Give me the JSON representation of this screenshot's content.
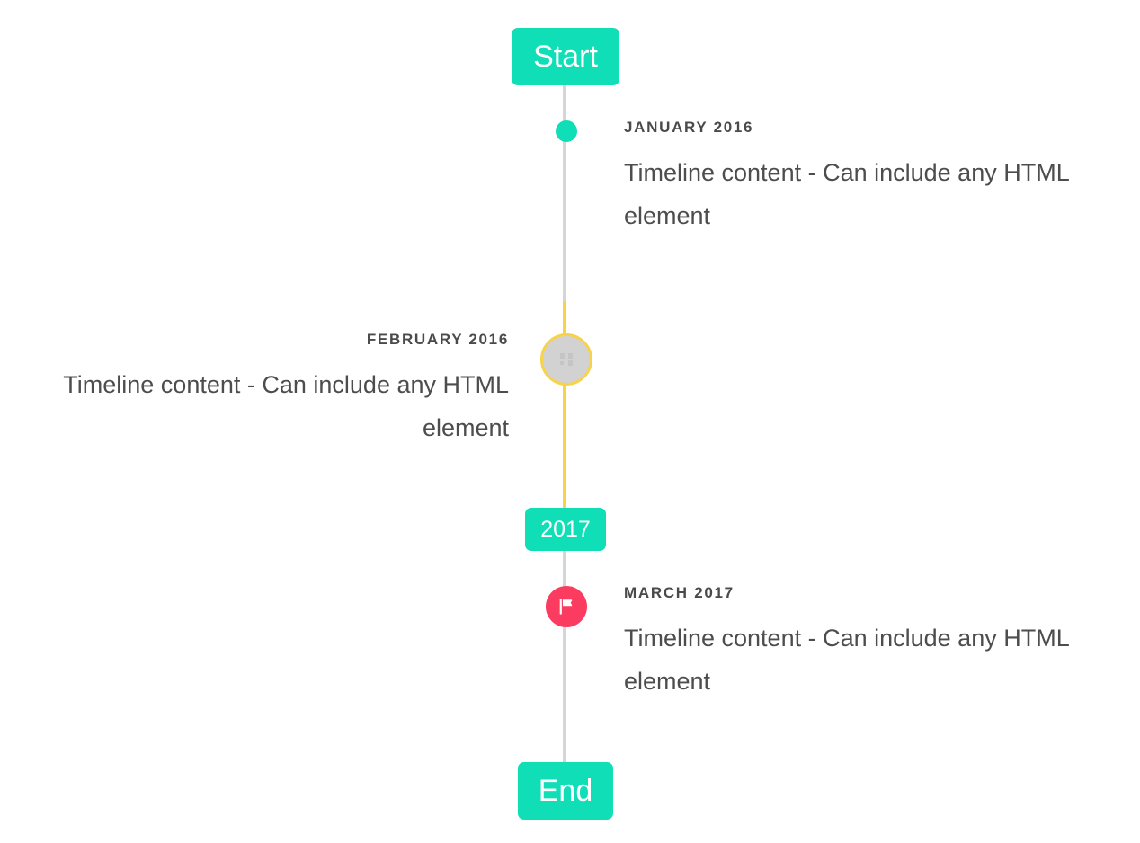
{
  "timeline": {
    "accent_color": "#0fdeb6",
    "line_color": "#d5d5d5",
    "highlight_color": "#f7d24b",
    "flag_color": "#fb3b5f",
    "caps": {
      "start_label": "Start",
      "mid_label": "2017",
      "end_label": "End"
    },
    "entries": [
      {
        "date": "JANUARY 2016",
        "body": "Timeline content - Can include any HTML element",
        "side": "right",
        "marker": "dot-icon"
      },
      {
        "date": "FEBRUARY 2016",
        "body": "Timeline content - Can include any HTML element",
        "side": "left",
        "marker": "broken-image-icon"
      },
      {
        "date": "MARCH 2017",
        "body": "Timeline content - Can include any HTML element",
        "side": "right",
        "marker": "flag-icon"
      }
    ]
  }
}
